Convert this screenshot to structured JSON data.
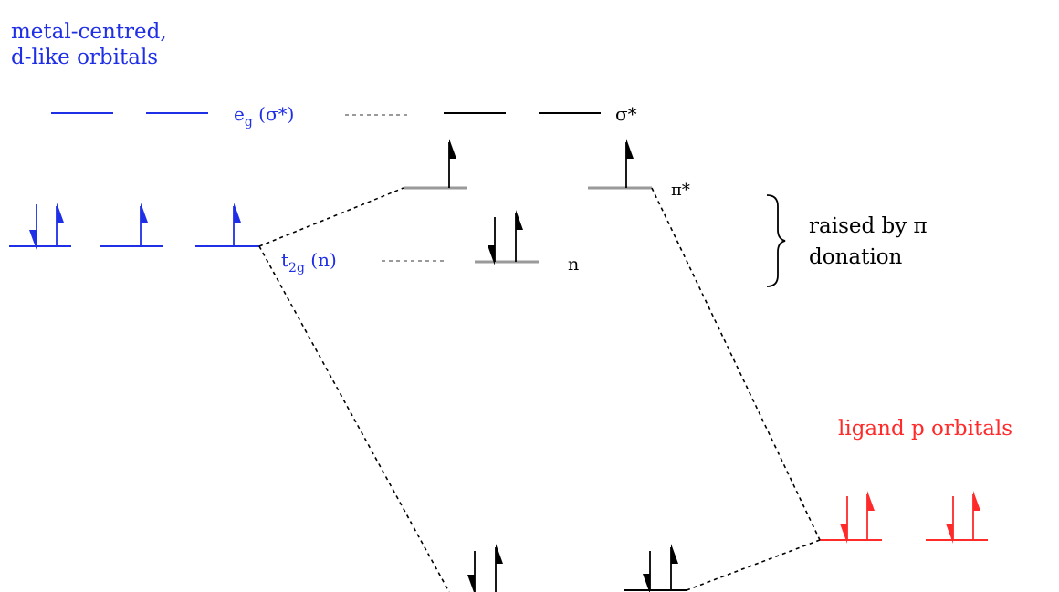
{
  "labels": {
    "metal_title_line1": "metal-centred,",
    "metal_title_line2": "d-like orbitals",
    "eg_main": "e",
    "eg_sub": "g",
    "eg_paren": " (σ*)",
    "sigma_star": "σ*",
    "pi_star": "π*",
    "t2g_main": "t",
    "t2g_sub": "2g",
    "t2g_paren": " (n)",
    "n": "n",
    "raised_line1": "raised by π",
    "raised_line2": "donation",
    "ligand_title": "ligand p orbitals"
  },
  "colors": {
    "metal": "#1f2fe6",
    "ligand": "#ff2a2a",
    "mo": "#000000",
    "mo_gray": "#9a9a9a",
    "connector": "#000000",
    "dots": "#9a9a9a",
    "text": "#000000"
  },
  "icons": {
    "spin_up": "half-arrow-up",
    "spin_down": "half-arrow-down",
    "brace": "right-curly-brace"
  }
}
